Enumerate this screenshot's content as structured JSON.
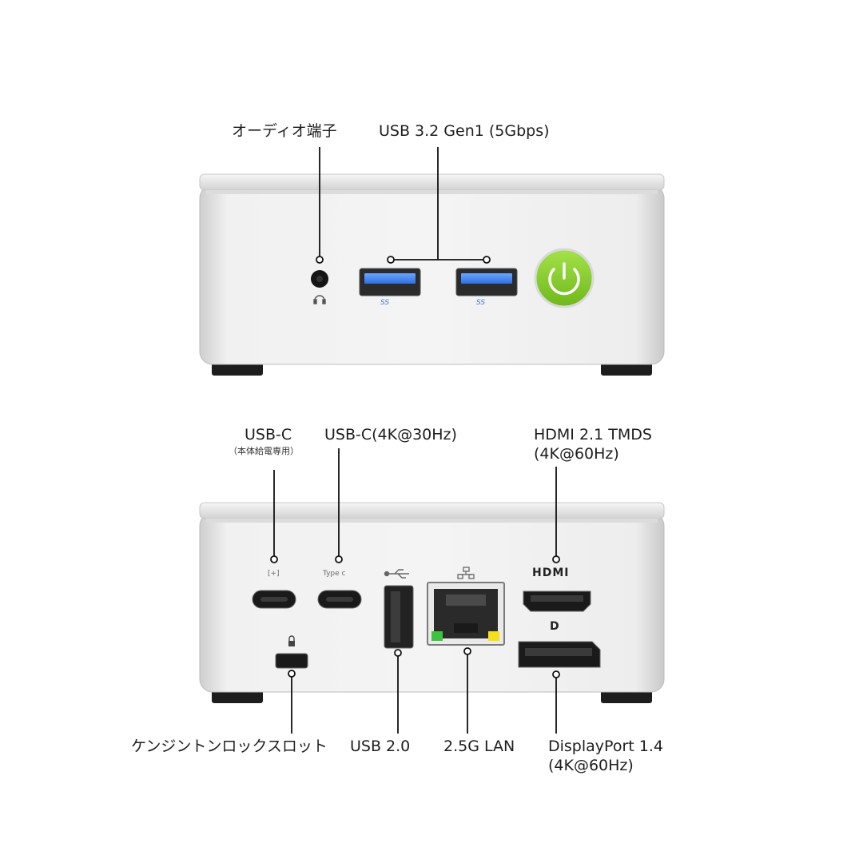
{
  "front_panel": {
    "labels": {
      "audio": "オーディオ端子",
      "usb32": "USB 3.2 Gen1 (5Gbps)"
    },
    "port_stamp": "SS"
  },
  "rear_panel": {
    "labels": {
      "usbc_power": "USB-C",
      "usbc_power_note": "（本体給電専用）",
      "usbc_display": "USB-C(4K@30Hz)",
      "hdmi_line1": "HDMI 2.1 TMDS",
      "hdmi_line2": "(4K@60Hz)",
      "kensington": "ケンジントンロックスロット",
      "usb20": "USB 2.0",
      "lan": "2.5G LAN",
      "dp_line1": "DisplayPort 1.4",
      "dp_line2": "(4K@60Hz)"
    },
    "stamps": {
      "typec": "Type c",
      "power_icon": "[+]",
      "hdmi_logo": "HDMI",
      "dp_logo": "D"
    }
  },
  "colors": {
    "chassis": "#ececec",
    "usb3_blue": "#3c7ef0",
    "power_green": "#8bd42a",
    "led_green": "#3cc43c",
    "led_yellow": "#f4e11a"
  }
}
